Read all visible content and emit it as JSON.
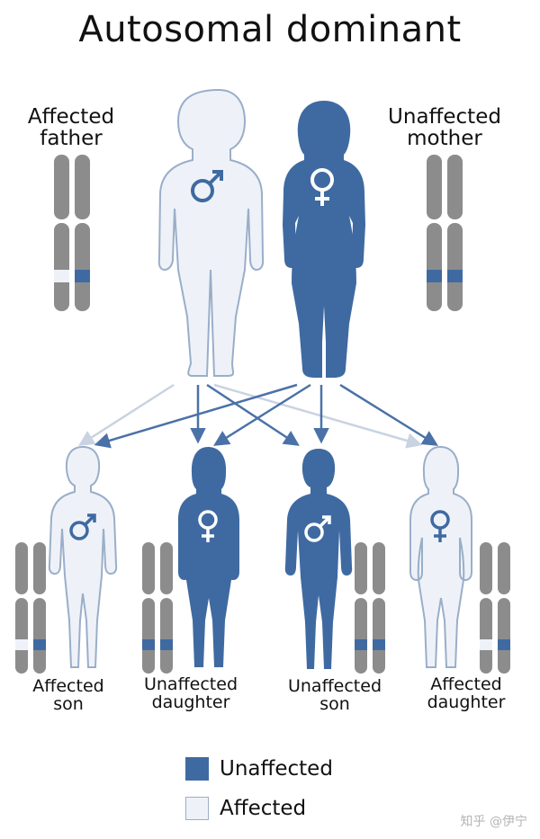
{
  "title": "Autosomal dominant",
  "parents": {
    "father": {
      "line1": "Affected",
      "line2": "father"
    },
    "mother": {
      "line1": "Unaffected",
      "line2": "mother"
    }
  },
  "children": [
    {
      "line1": "Affected",
      "line2": "son"
    },
    {
      "line1": "Unaffected",
      "line2": "daughter"
    },
    {
      "line1": "Unaffected",
      "line2": "son"
    },
    {
      "line1": "Affected",
      "line2": "daughter"
    }
  ],
  "legend": {
    "unaffected": "Unaffected",
    "affected": "Affected"
  },
  "watermark": "知乎 @伊宁",
  "colors": {
    "blue": "#3f6aa1",
    "light": "#eef2f8",
    "outline": "#9aaec9",
    "chromosome": "#8c8c8c"
  }
}
